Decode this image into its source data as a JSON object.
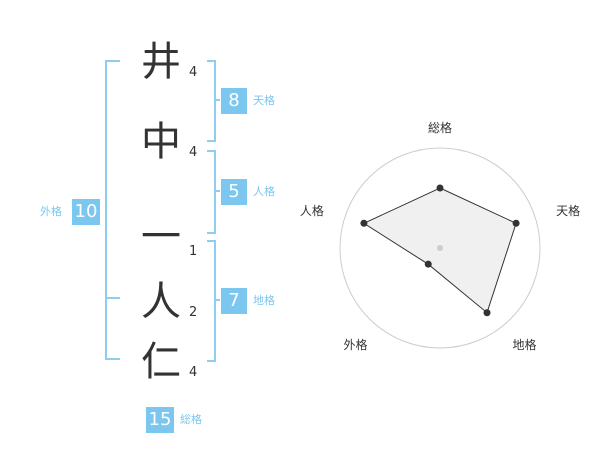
{
  "name": {
    "characters": [
      {
        "char": "井",
        "strokes": "4"
      },
      {
        "char": "中",
        "strokes": "4"
      },
      {
        "char": "一",
        "strokes": "1"
      },
      {
        "char": "人",
        "strokes": "2"
      },
      {
        "char": "仁",
        "strokes": "4"
      }
    ]
  },
  "kakusu": {
    "tenkaku": {
      "value": "8",
      "label": "天格"
    },
    "jinkaku": {
      "value": "5",
      "label": "人格"
    },
    "chikaku": {
      "value": "7",
      "label": "地格"
    },
    "gaikaku": {
      "value": "10",
      "label": "外格"
    },
    "soukaku": {
      "value": "15",
      "label": "総格"
    }
  },
  "colors": {
    "accent": "#7cc7ef",
    "text": "#333333",
    "radar_fill": "#eeeeee",
    "radar_ring": "#cccccc"
  },
  "chart_data": {
    "type": "radar",
    "axes": [
      "総格",
      "天格",
      "地格",
      "外格",
      "人格"
    ],
    "values": [
      3,
      4,
      4,
      1,
      4
    ],
    "max": 5
  }
}
